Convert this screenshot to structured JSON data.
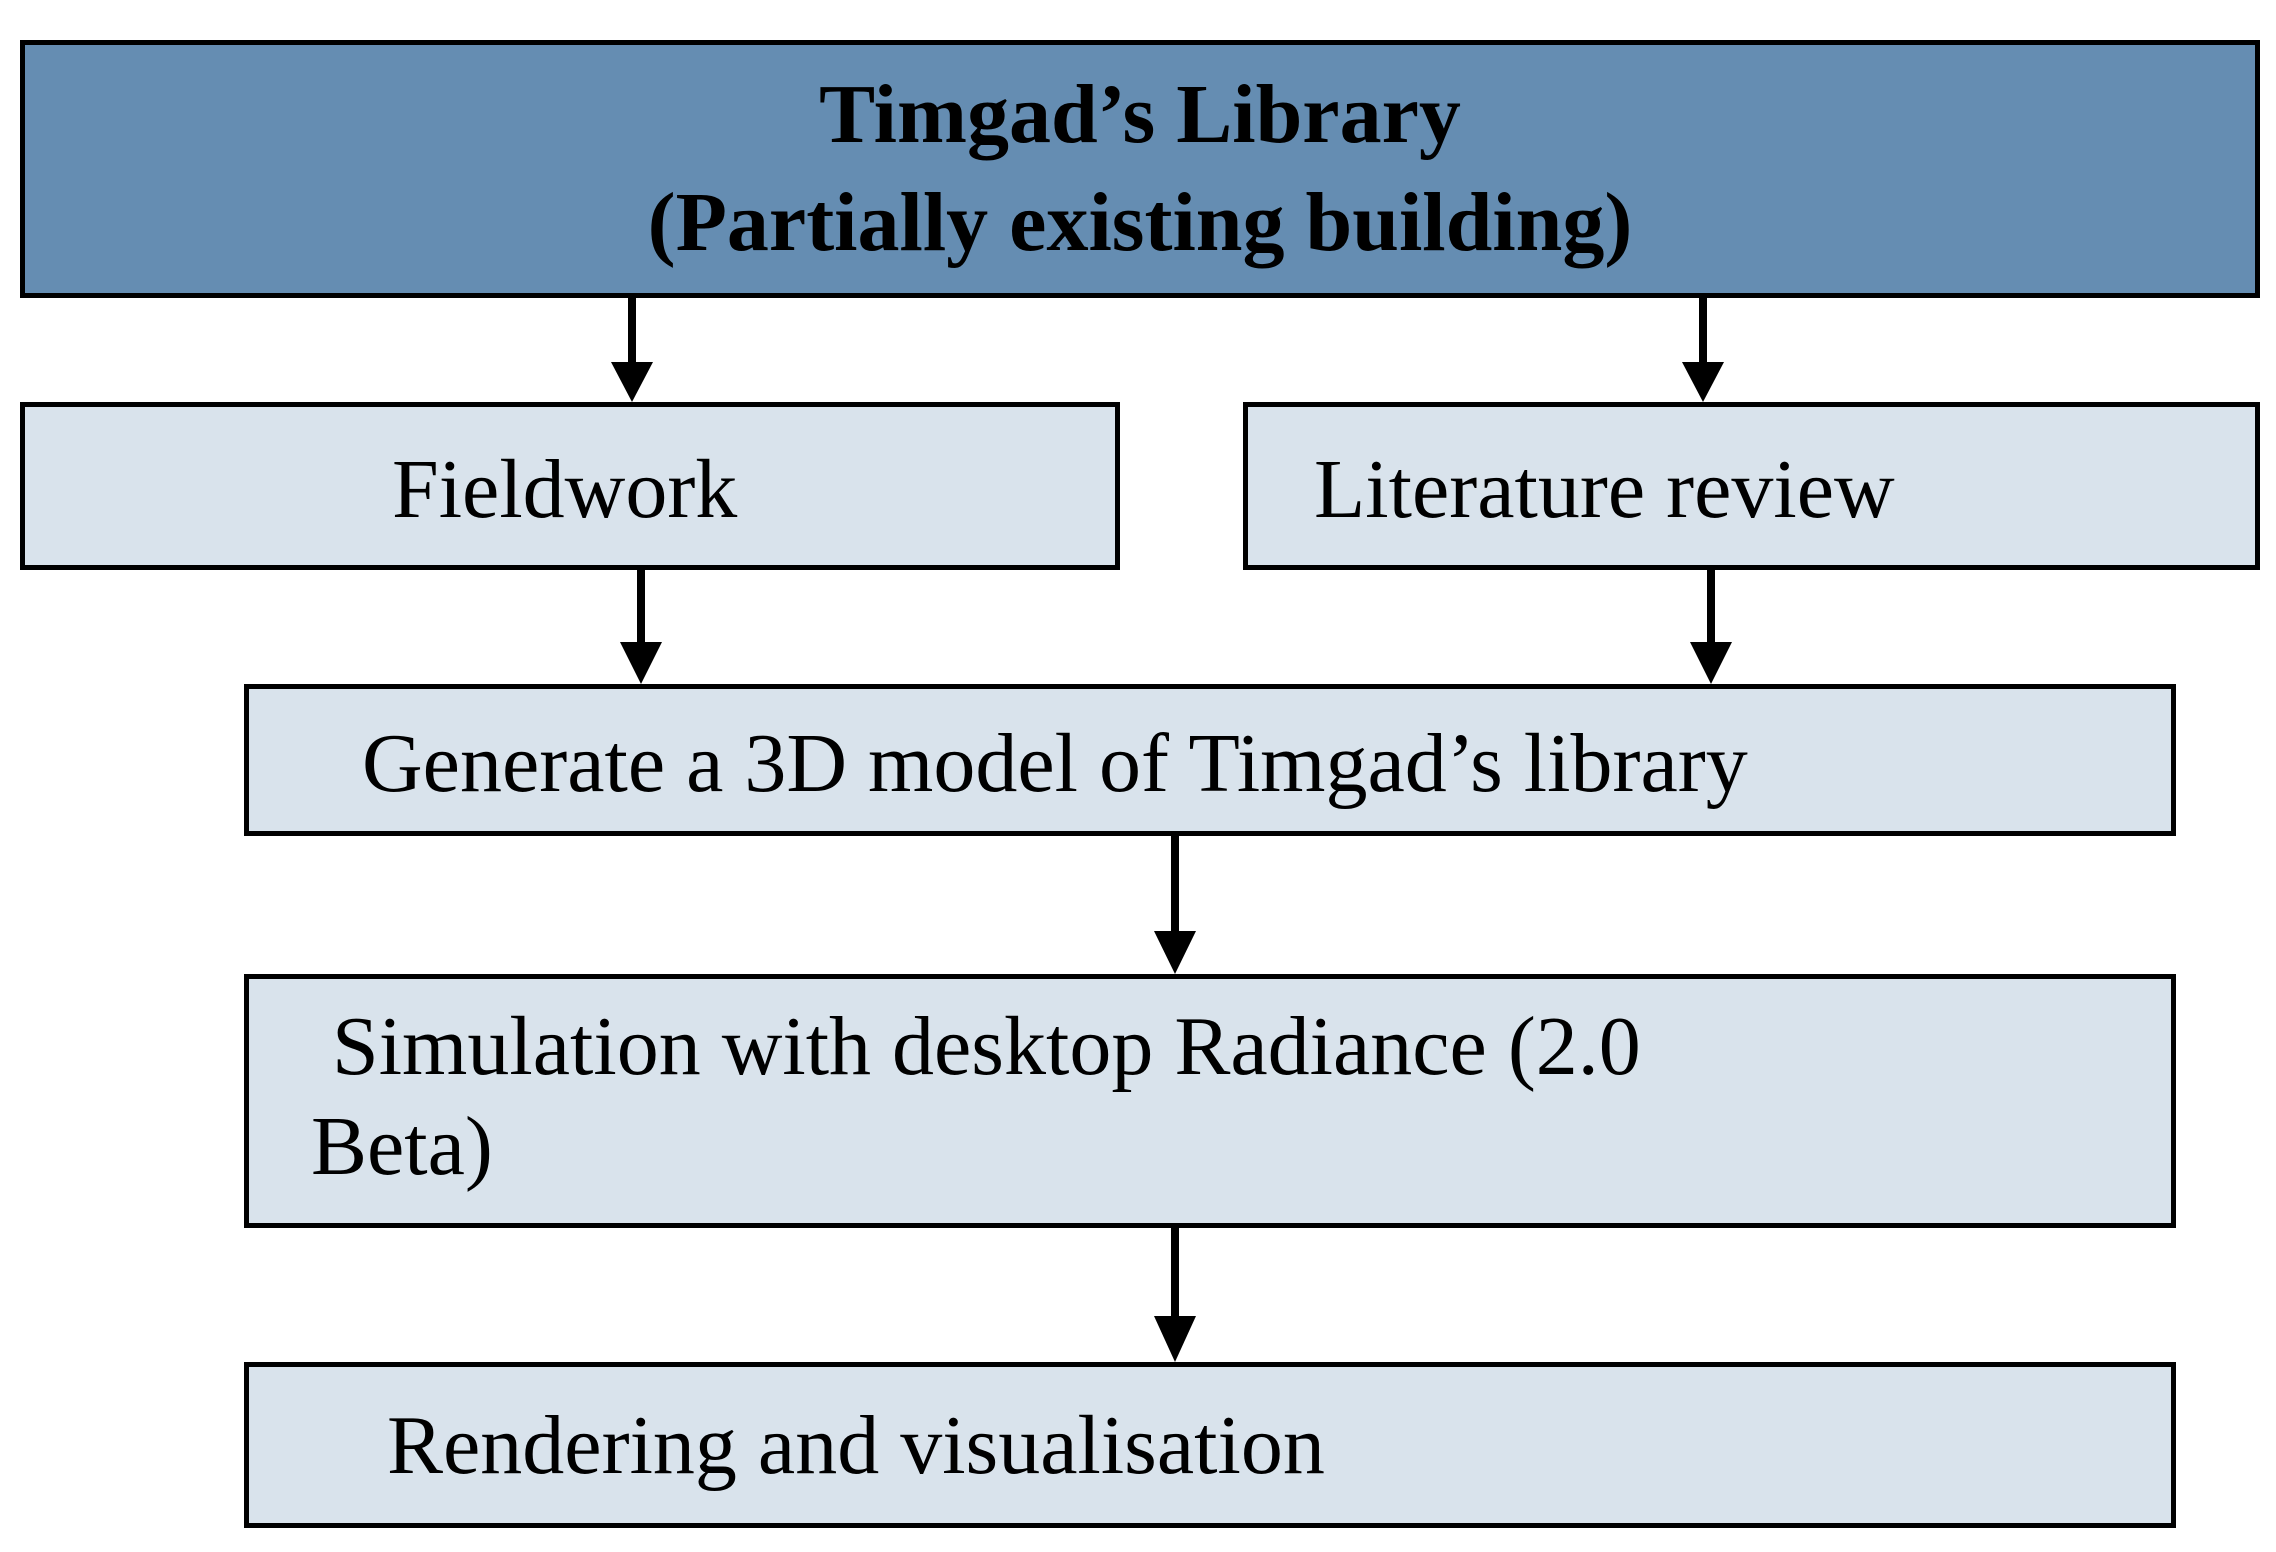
{
  "diagram": {
    "top_box": {
      "line1": "Timgad’s Library",
      "line2": "(Partially existing building)"
    },
    "fieldwork": {
      "label": "Fieldwork"
    },
    "literature": {
      "label": "Literature review"
    },
    "model": {
      "label": "Generate a 3D model of Timgad’s library"
    },
    "simulation": {
      "line1": " Simulation with desktop Radiance (2.0",
      "line2": "Beta)"
    },
    "rendering": {
      "label": "Rendering and visualisation"
    },
    "colors": {
      "header_fill": "#658db2",
      "box_fill": "#d9e3ec",
      "stroke": "#000000"
    }
  }
}
